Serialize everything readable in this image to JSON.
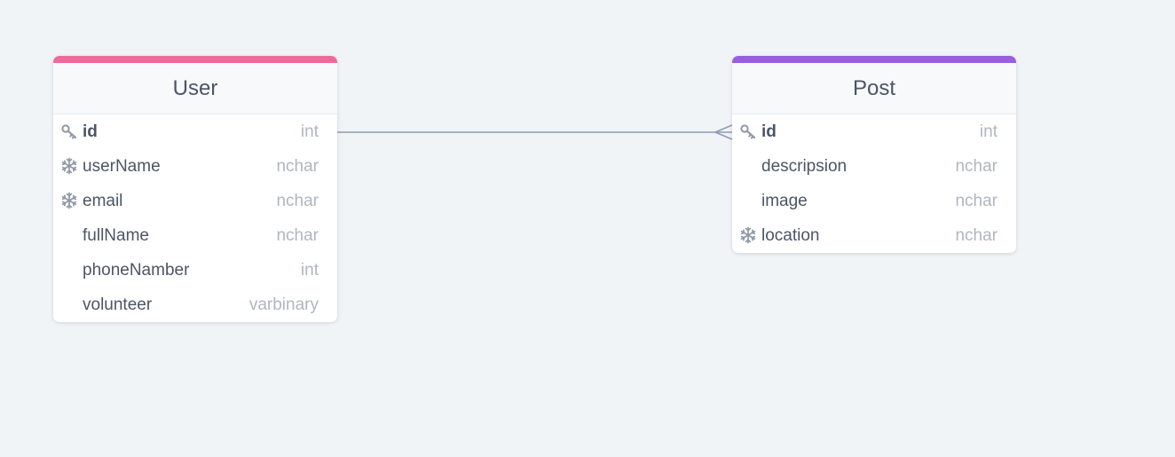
{
  "tables": {
    "user": {
      "name": "User",
      "accent_color": "#ef6a99",
      "columns": [
        {
          "name": "id",
          "type": "int",
          "icon": "key-icon",
          "primary_key": true
        },
        {
          "name": "userName",
          "type": "nchar",
          "icon": "snowflake-icon",
          "primary_key": false
        },
        {
          "name": "email",
          "type": "nchar",
          "icon": "snowflake-icon",
          "primary_key": false
        },
        {
          "name": "fullName",
          "type": "nchar",
          "icon": "",
          "primary_key": false
        },
        {
          "name": "phoneNamber",
          "type": "int",
          "icon": "",
          "primary_key": false
        },
        {
          "name": "volunteer",
          "type": "varbinary",
          "icon": "",
          "primary_key": false
        }
      ]
    },
    "post": {
      "name": "Post",
      "accent_color": "#9a5ee0",
      "columns": [
        {
          "name": "id",
          "type": "int",
          "icon": "key-icon",
          "primary_key": true
        },
        {
          "name": "descripsion",
          "type": "nchar",
          "icon": "",
          "primary_key": false
        },
        {
          "name": "image",
          "type": "nchar",
          "icon": "",
          "primary_key": false
        },
        {
          "name": "location",
          "type": "nchar",
          "icon": "snowflake-icon",
          "primary_key": false
        }
      ]
    }
  },
  "relation": {
    "from": "User.id",
    "to": "Post.id",
    "from_end": "one",
    "to_end": "many",
    "line_color": "#8d9bb2"
  }
}
